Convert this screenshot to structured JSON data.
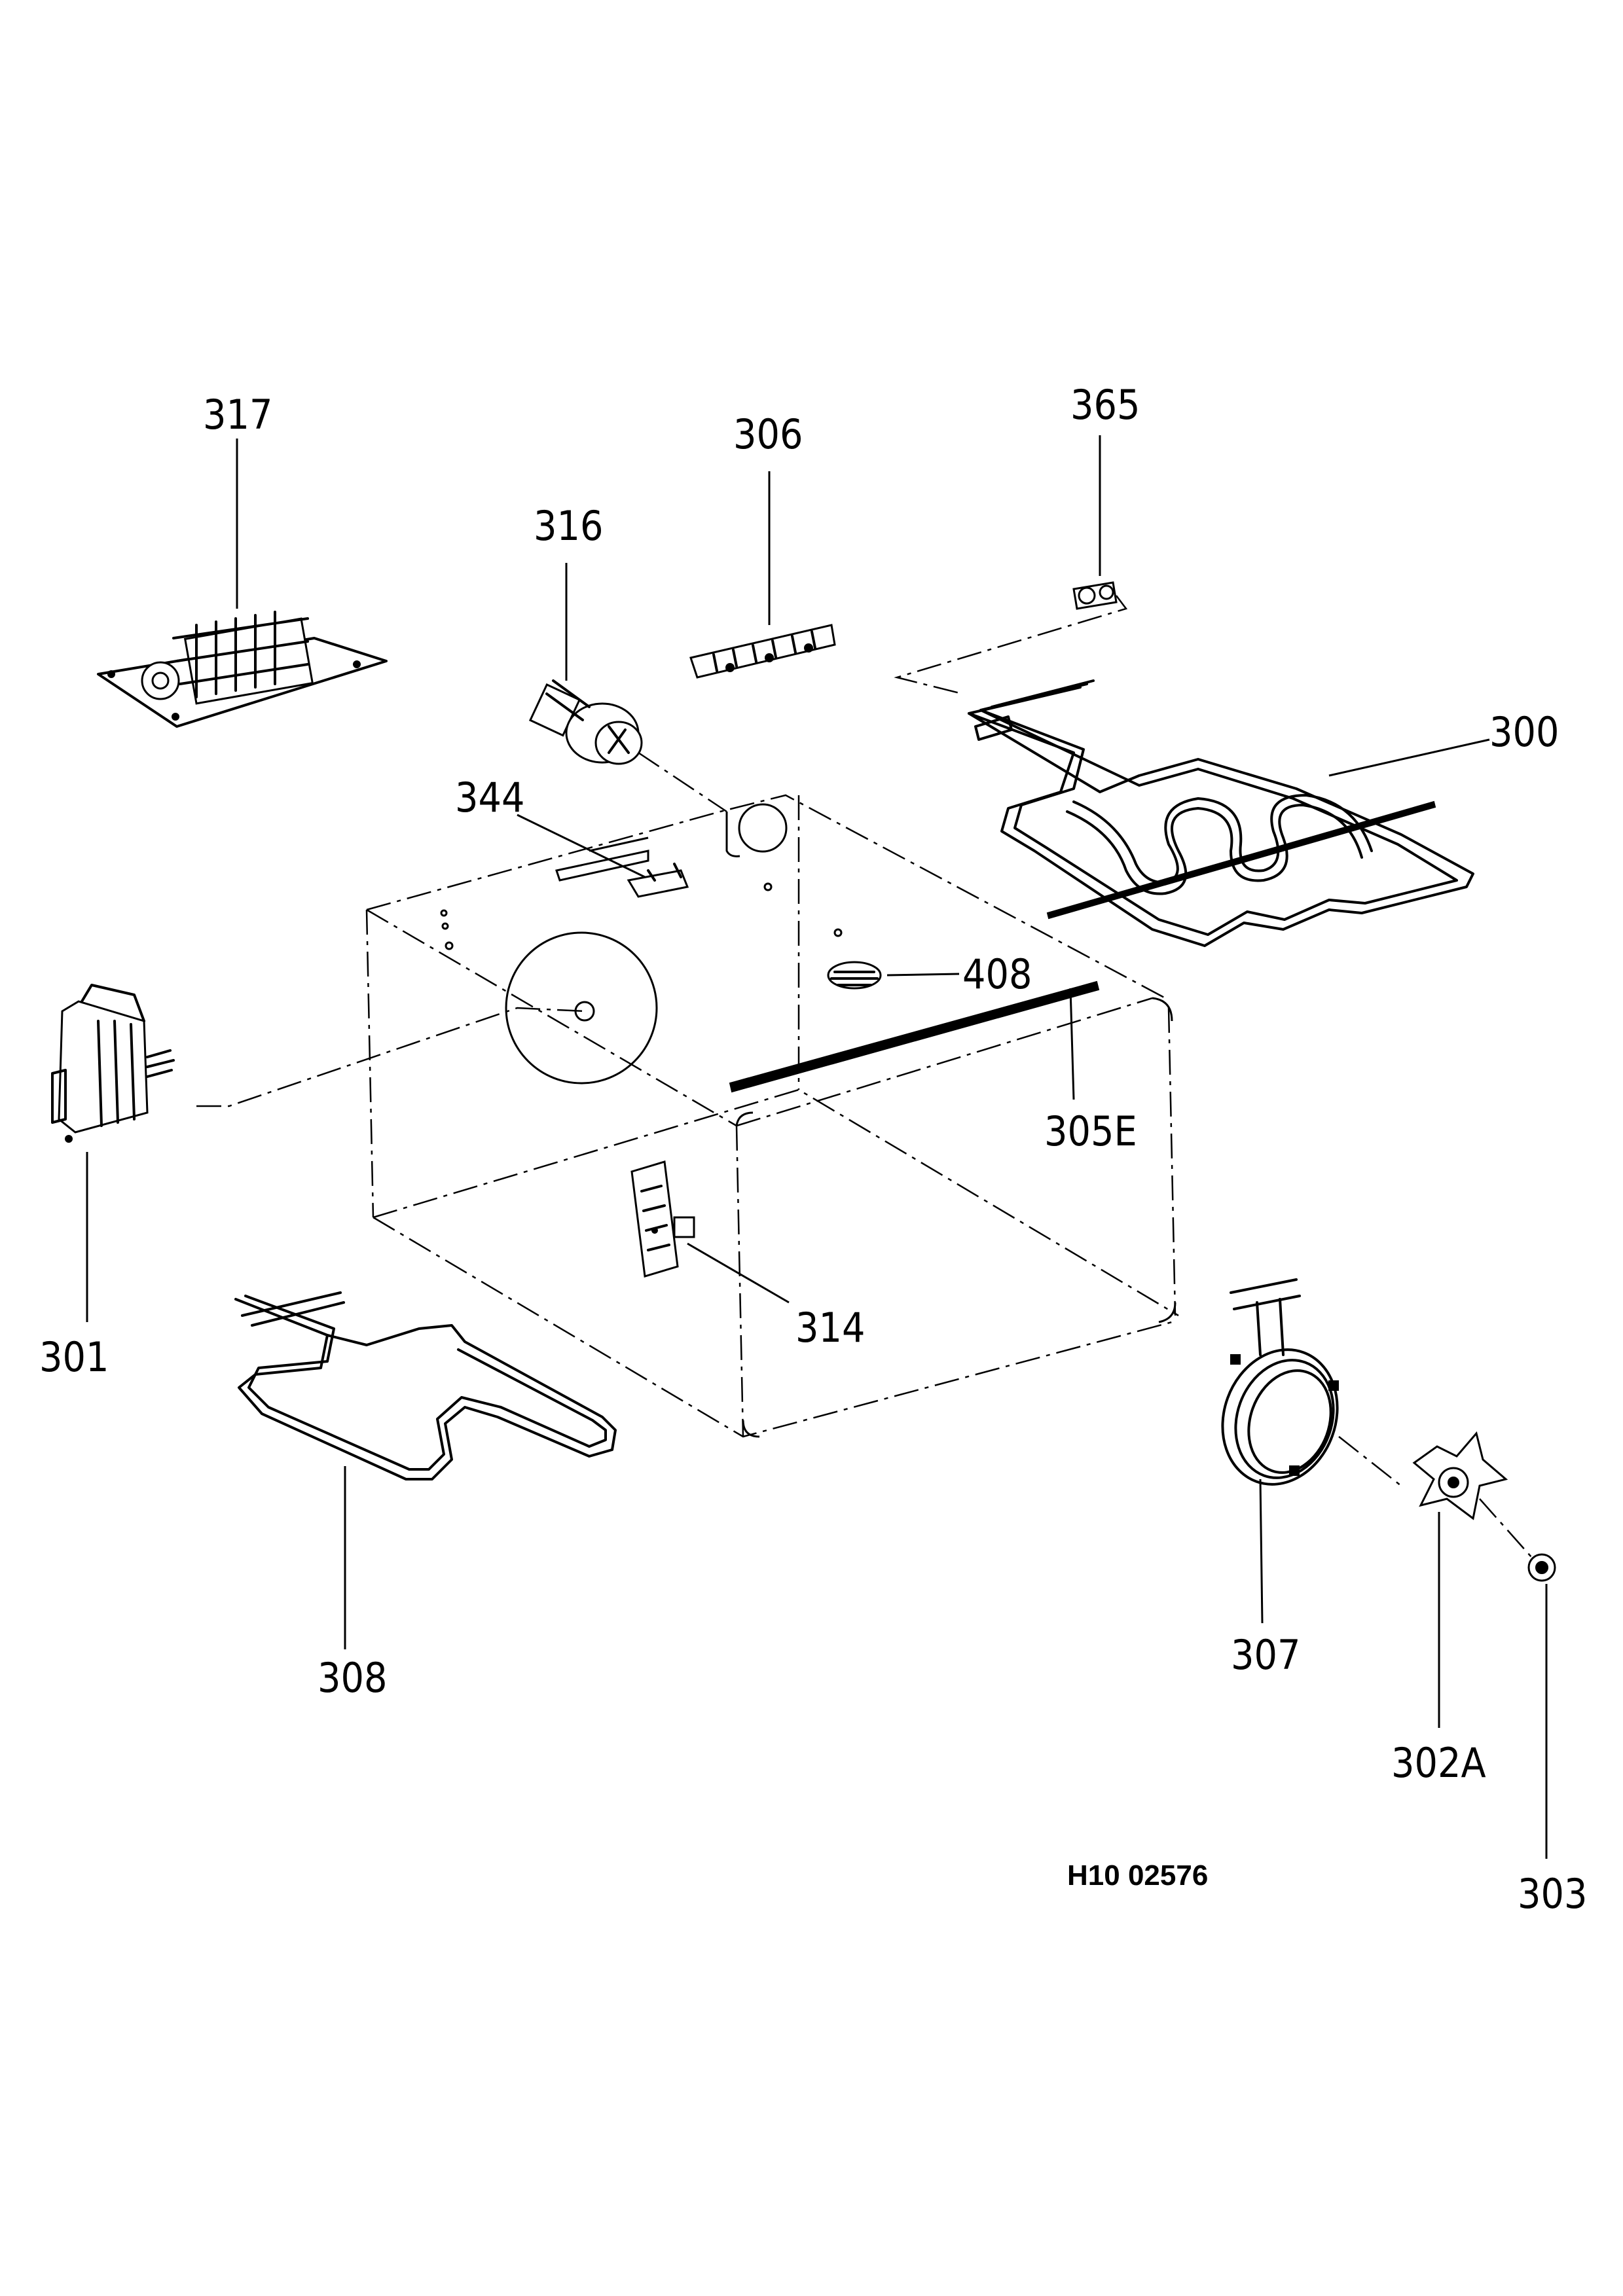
{
  "drawing_code": "H10 02576",
  "labels": {
    "p300": "300",
    "p301": "301",
    "p302a": "302A",
    "p303": "303",
    "p305e": "305E",
    "p306": "306",
    "p307": "307",
    "p308": "308",
    "p314": "314",
    "p316": "316",
    "p317": "317",
    "p344": "344",
    "p365": "365",
    "p408": "408"
  },
  "colors": {
    "ink": "#000000",
    "paper": "#ffffff"
  }
}
